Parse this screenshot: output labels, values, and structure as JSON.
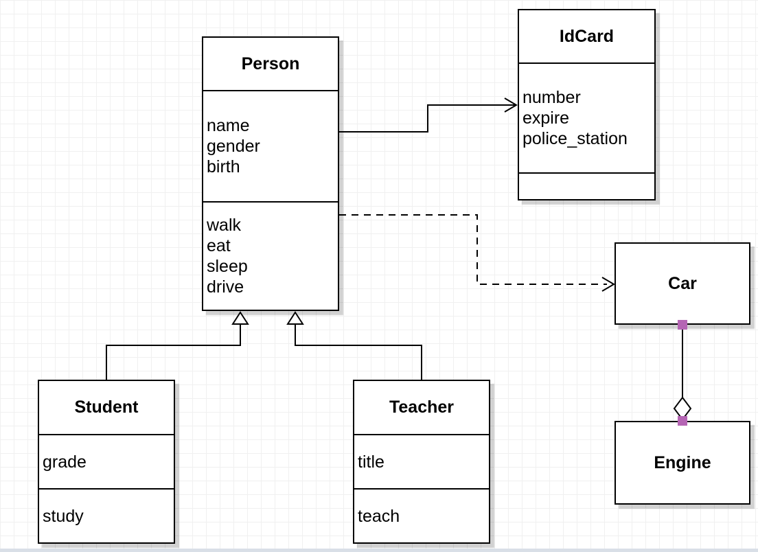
{
  "diagram": {
    "classes": {
      "person": {
        "title": "Person",
        "attributes": [
          "name",
          "gender",
          "birth"
        ],
        "methods": [
          "walk",
          "eat",
          "sleep",
          "drive"
        ]
      },
      "idcard": {
        "title": "IdCard",
        "attributes": [
          "number",
          "expire",
          "police_station"
        ],
        "methods": []
      },
      "car": {
        "title": "Car",
        "attributes": [],
        "methods": []
      },
      "engine": {
        "title": "Engine",
        "attributes": [],
        "methods": []
      },
      "student": {
        "title": "Student",
        "attributes": [
          "grade"
        ],
        "methods": [
          "study"
        ]
      },
      "teacher": {
        "title": "Teacher",
        "attributes": [
          "title"
        ],
        "methods": [
          "teach"
        ]
      }
    },
    "relationships": [
      {
        "from": "Person",
        "to": "IdCard",
        "type": "association",
        "line": "solid",
        "arrow": "open-arrow"
      },
      {
        "from": "Person",
        "to": "Car",
        "type": "dependency",
        "line": "dashed",
        "arrow": "open-arrow"
      },
      {
        "from": "Student",
        "to": "Person",
        "type": "generalization",
        "line": "solid",
        "arrow": "hollow-triangle"
      },
      {
        "from": "Teacher",
        "to": "Person",
        "type": "generalization",
        "line": "solid",
        "arrow": "hollow-triangle"
      },
      {
        "from": "Car",
        "to": "Engine",
        "type": "aggregation",
        "line": "solid",
        "arrow": "hollow-diamond"
      }
    ],
    "colors": {
      "shape_fill": "#ffffff",
      "shape_stroke": "#000000",
      "endpoint_marker": "#b565b4",
      "grid_line": "#f0f0f0",
      "canvas_bg": "#ffffff",
      "canvas_edge": "#d9dfe7"
    }
  }
}
